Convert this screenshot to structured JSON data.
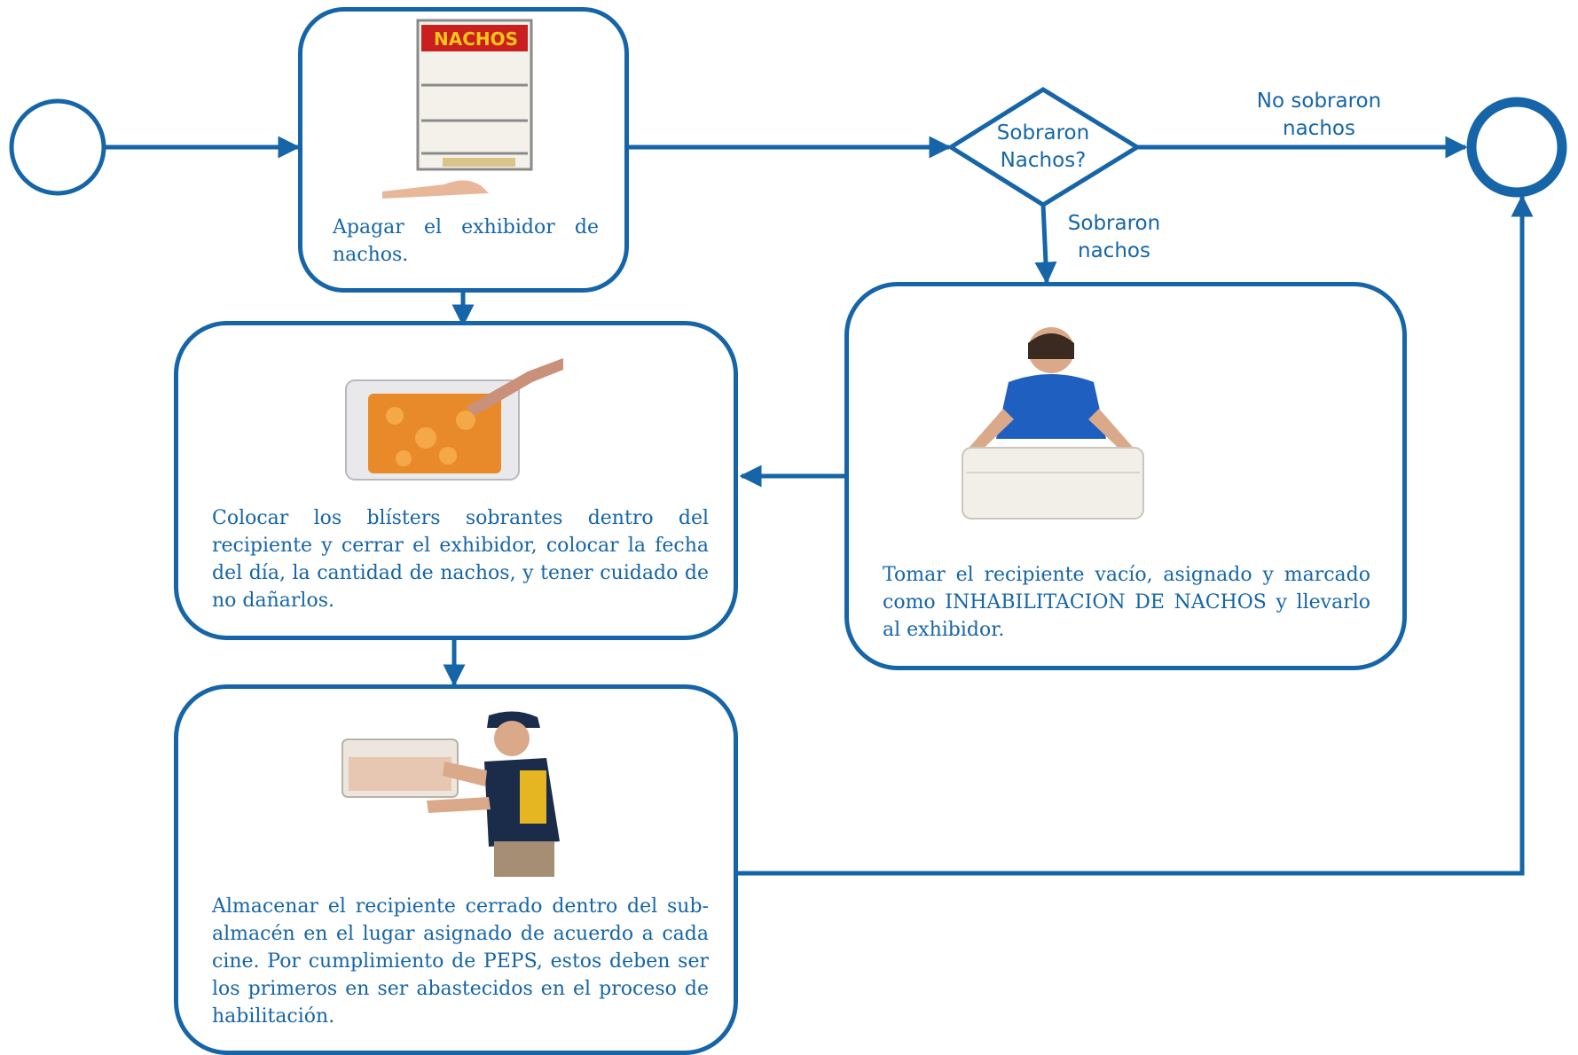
{
  "colors": {
    "flow": "#1565a8",
    "background": "#ffffff"
  },
  "decision": {
    "text": "Sobraron Nachos?"
  },
  "edges": {
    "no": "No sobraron nachos",
    "yes": "Sobraron nachos"
  },
  "steps": {
    "turn_off": {
      "text": "Apagar el exhibidor de nachos.",
      "illustration": "nacho-display-case-icon"
    },
    "take_container": {
      "text": "Tomar el recipiente vacío,  asignado y marcado como INHABILITACION DE NACHOS y llevarlo al exhibidor.",
      "illustration": "woman-carrying-container-icon"
    },
    "place_blisters": {
      "text": "Colocar los blísters sobrantes dentro del recipiente y cerrar el exhibidor, colocar la fecha del día, la cantidad de nachos, y tener cuidado de no dañarlos.",
      "illustration": "nachos-in-container-icon"
    },
    "store_container": {
      "text": "Almacenar el recipiente cerrado dentro del sub-almacén en el lugar asignado de acuerdo a cada cine.  Por cumplimiento de PEPS, estos deben ser los primeros en ser abastecidos en el proceso de habilitación.",
      "illustration": "man-storing-container-icon"
    }
  }
}
